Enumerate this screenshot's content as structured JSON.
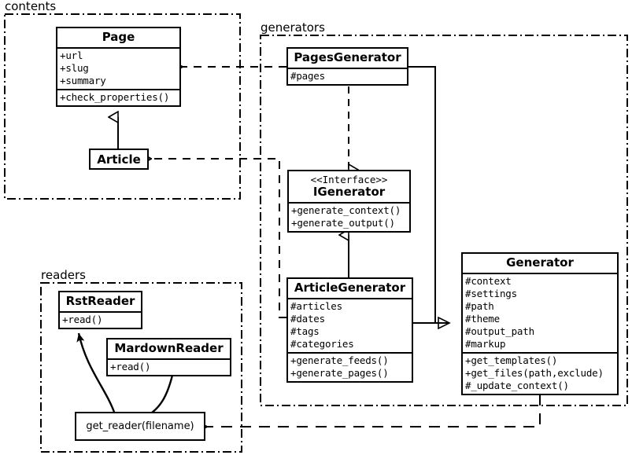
{
  "diagram": {
    "type": "uml-class-diagram",
    "packages": [
      {
        "id": "contents",
        "label": "contents"
      },
      {
        "id": "generators",
        "label": "generators"
      },
      {
        "id": "readers",
        "label": "readers"
      }
    ],
    "classes": {
      "page": {
        "name": "Page",
        "attributes": [
          "+url",
          "+slug",
          "+summary"
        ],
        "operations": [
          "+check_properties()"
        ]
      },
      "article": {
        "name": "Article",
        "attributes": [],
        "operations": []
      },
      "pages_generator": {
        "name": "PagesGenerator",
        "attributes": [
          "#pages"
        ],
        "operations": []
      },
      "igenerator": {
        "stereotype": "<<Interface>>",
        "name": "IGenerator",
        "attributes": [],
        "operations": [
          "+generate_context()",
          "+generate_output()"
        ]
      },
      "article_generator": {
        "name": "ArticleGenerator",
        "attributes": [
          "#articles",
          "#dates",
          "#tags",
          "#categories"
        ],
        "operations": [
          "+generate_feeds()",
          "+generate_pages()"
        ]
      },
      "generator": {
        "name": "Generator",
        "attributes": [
          "#context",
          "#settings",
          "#path",
          "#theme",
          "#output_path",
          "#markup"
        ],
        "operations": [
          "+get_templates()",
          "+get_files(path,exclude)",
          "#_update_context()"
        ]
      },
      "rst_reader": {
        "name": "RstReader",
        "attributes": [],
        "operations": [
          "+read()"
        ]
      },
      "mardown_reader": {
        "name": "MardownReader",
        "attributes": [],
        "operations": [
          "+read()"
        ]
      },
      "get_reader": {
        "name": "get_reader(filename)",
        "attributes": [],
        "operations": []
      }
    },
    "relationships": [
      {
        "kind": "generalization",
        "from": "Article",
        "to": "Page"
      },
      {
        "kind": "realization",
        "from": "PagesGenerator",
        "to": "IGenerator"
      },
      {
        "kind": "generalization",
        "from": "ArticleGenerator",
        "to": "IGenerator"
      },
      {
        "kind": "generalization",
        "from": "PagesGenerator",
        "to": "Generator"
      },
      {
        "kind": "generalization",
        "from": "ArticleGenerator",
        "to": "Generator"
      },
      {
        "kind": "dependency",
        "from": "PagesGenerator",
        "to": "Page"
      },
      {
        "kind": "dependency",
        "from": "ArticleGenerator",
        "to": "Article"
      },
      {
        "kind": "dependency",
        "from": "Generator",
        "to": "get_reader(filename)"
      },
      {
        "kind": "dependency",
        "from": "get_reader(filename)",
        "to": "RstReader"
      },
      {
        "kind": "dependency",
        "from": "get_reader(filename)",
        "to": "MardownReader"
      }
    ],
    "colors": {
      "stroke": "#000000",
      "background": "#ffffff"
    }
  }
}
